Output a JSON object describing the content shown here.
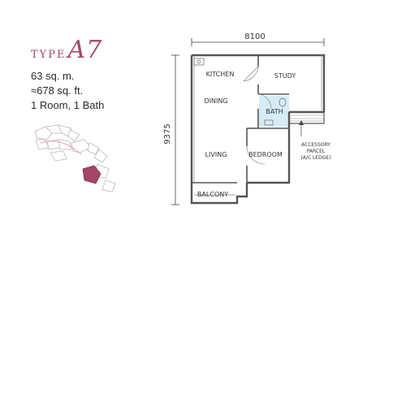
{
  "header": {
    "type_prefix": "TYPE",
    "type_code": "A7",
    "area_sqm": "63 sq. m.",
    "area_sqft": "≈678 sq. ft.",
    "layout": "1 Room, 1 Bath"
  },
  "dimensions": {
    "width": "8100",
    "depth": "9375"
  },
  "rooms": {
    "kitchen": "KITCHEN",
    "study": "STUDY",
    "dining": "DINING",
    "bath": "BATH",
    "living": "LIVING",
    "bedroom": "BEDROOM",
    "balcony": "BALCONY"
  },
  "annotation": {
    "line1": "ACCESSORY",
    "line2": "PARCEL",
    "line3": "(A/C LEDGE)"
  },
  "colors": {
    "brand": "#a34768",
    "bath_fill": "#d6ecf7",
    "highlight_unit": "#a34768"
  }
}
